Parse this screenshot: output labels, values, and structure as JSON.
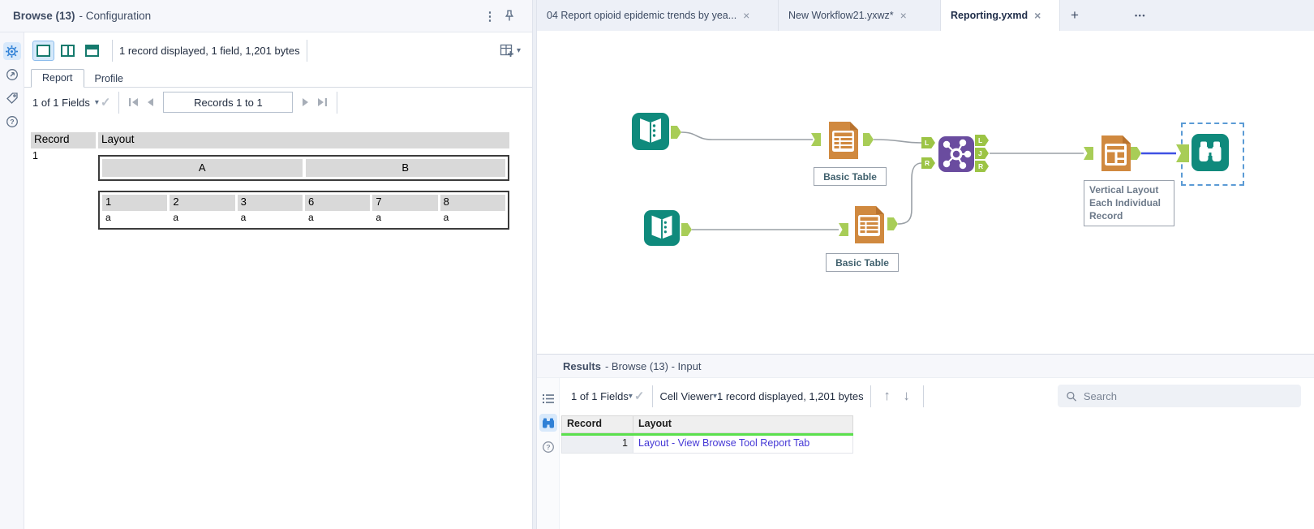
{
  "icons": {
    "kebab": "⋮",
    "close": "×",
    "new_tab": "+",
    "more": "•••",
    "caret": "▾",
    "check": "✓",
    "arrow_up": "↑",
    "arrow_down": "↓"
  },
  "config": {
    "title": "Browse (13)",
    "subtitle": "- Configuration",
    "stats": "1 record displayed, 1 field, 1,201 bytes",
    "tabs": [
      "Report",
      "Profile"
    ],
    "fields_selector": "1 of 1 Fields",
    "records_range": "Records 1 to 1",
    "grid": {
      "record_header": "Record",
      "layout_header": "Layout",
      "record_number": "1",
      "group_headers": [
        "A",
        "B"
      ],
      "column_headers": [
        "1",
        "2",
        "3",
        "6",
        "7",
        "8"
      ],
      "row_values": [
        "a",
        "a",
        "a",
        "a",
        "a",
        "a"
      ]
    }
  },
  "doc_tabs": [
    {
      "label": "04 Report opioid epidemic trends by yea..."
    },
    {
      "label": "New Workflow21.yxwz*"
    },
    {
      "label": "Reporting.yxmd"
    }
  ],
  "canvas": {
    "basic_table_label_1": "Basic Table",
    "basic_table_label_2": "Basic Table",
    "layout_annotation_lines": [
      "Vertical Layout",
      "Each Individual",
      "Record"
    ],
    "port_labels": {
      "inputs": [
        "L",
        "R"
      ],
      "outputs": [
        "L",
        "J",
        "R"
      ]
    }
  },
  "results": {
    "title": "Results",
    "subtitle": "- Browse (13) - Input",
    "fields_selector": "1 of 1 Fields",
    "cell_viewer": "Cell Viewer",
    "stats": "1 record displayed, 1,201 bytes",
    "search_placeholder": "Search",
    "table": {
      "headers": [
        "Record",
        "Layout"
      ],
      "rows": [
        {
          "record": "1",
          "layout": "Layout - View Browse Tool Report Tab"
        }
      ]
    }
  },
  "colors": {
    "accent_blue": "#2f80d6",
    "tool_teal": "#0f8a7c",
    "tool_orange": "#d0893f",
    "tool_purple": "#6a4c9f",
    "port_green": "#a8cd57",
    "selected_wire_blue": "#3f51e3",
    "results_underline_green": "#5be04d"
  }
}
